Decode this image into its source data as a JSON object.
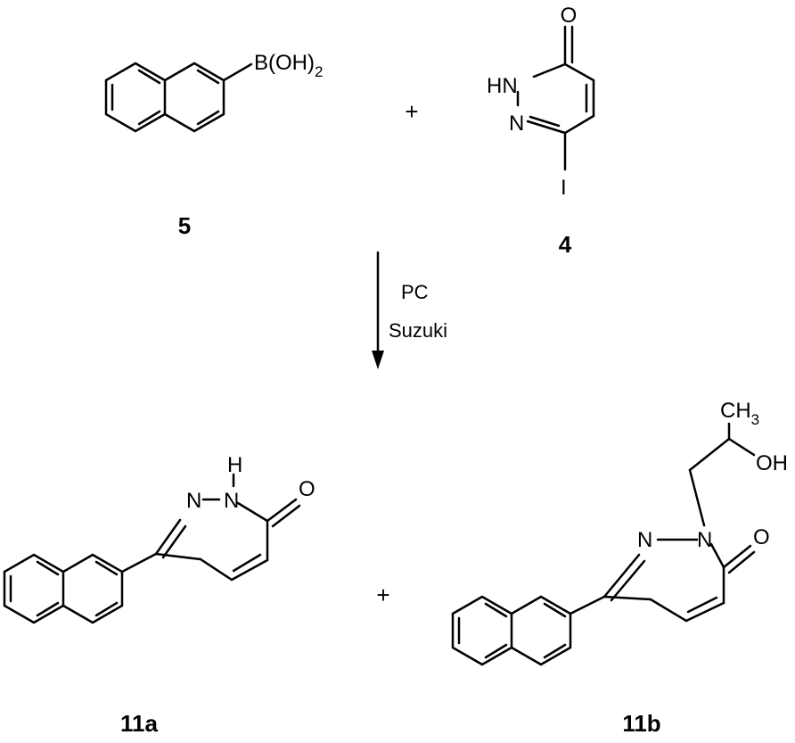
{
  "reaction": {
    "reactant_1": {
      "label": "5",
      "groups": {
        "boronic_acid": "B(OH)",
        "boronic_subscript": "2"
      }
    },
    "reactant_2": {
      "label": "4",
      "atoms": {
        "oxygen": "O",
        "nh": "HN",
        "n": "N",
        "iodine": "I"
      }
    },
    "plus_1": "+",
    "conditions": {
      "line1": "PC",
      "line2": "Suzuki"
    },
    "product_1": {
      "label": "11a",
      "atoms": {
        "h": "H",
        "n_ring": "N",
        "n_top": "N",
        "oxygen": "O"
      }
    },
    "plus_2": "+",
    "product_2": {
      "label": "11b",
      "atoms": {
        "ch3": "CH",
        "ch3_subscript": "3",
        "oh": "OH",
        "n_ring": "N",
        "n_top": "N",
        "oxygen": "O"
      }
    }
  }
}
